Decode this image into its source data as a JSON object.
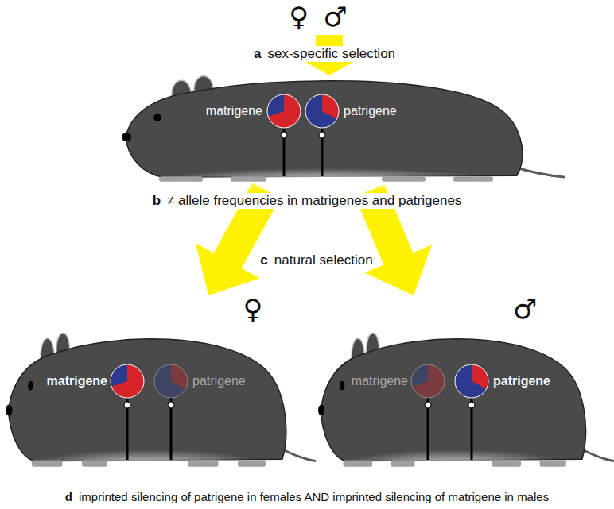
{
  "diagram": {
    "nodes": [
      {
        "text": [
          "matrigene",
          "patrigene"
        ]
      },
      {
        "text": [
          "♀",
          "matrigene",
          "patrigene"
        ]
      },
      {
        "text": [
          "♂",
          "matrigene",
          "patrigene"
        ]
      }
    ],
    "edges": [
      {
        "from": 0,
        "to": 1,
        "arrow": "to"
      },
      {
        "from": 0,
        "to": 2,
        "arrow": "to"
      }
    ],
    "labels": [
      "♀",
      "♂",
      "a",
      "sex-specific selection",
      "b",
      "≠ allele frequencies in matrigenes and patrigenes",
      "c",
      "natural selection",
      "d",
      "imprinted silencing of patrigene in females AND imprinted silencing of matrigene in males"
    ]
  }
}
